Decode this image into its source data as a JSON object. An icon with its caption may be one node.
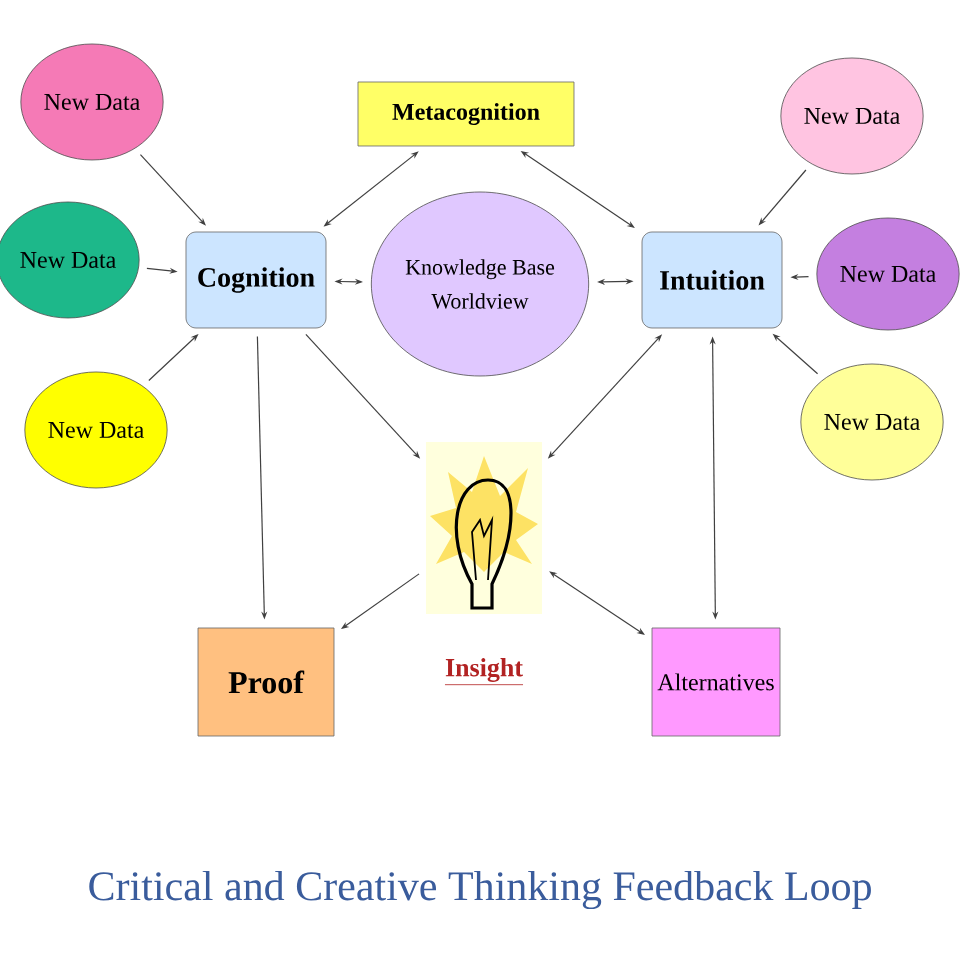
{
  "diagram": {
    "title": "Critical and Creative Thinking Feedback Loop",
    "nodes": [
      {
        "text": [
          "New Data"
        ]
      },
      {
        "text": [
          "New Data"
        ]
      },
      {
        "text": [
          "New Data"
        ]
      },
      {
        "text": [
          "Cognition"
        ]
      },
      {
        "text": [
          "Metacognition"
        ]
      },
      {
        "text": [
          "Knowledge Base",
          "Worldview"
        ]
      },
      {
        "text": [
          "Intuition"
        ]
      },
      {
        "text": [
          "New Data"
        ]
      },
      {
        "text": [
          "New Data"
        ]
      },
      {
        "text": [
          "New Data"
        ]
      },
      {
        "text": [
          "Insight"
        ]
      },
      {
        "text": [
          "Proof"
        ]
      },
      {
        "text": [
          "Alternatives"
        ]
      }
    ],
    "edges": [
      {
        "from": 0,
        "to": 3,
        "arrow": "to"
      },
      {
        "from": 1,
        "to": 3,
        "arrow": "to"
      },
      {
        "from": 2,
        "to": 3,
        "arrow": "to"
      },
      {
        "from": 3,
        "to": 4,
        "arrow": "both"
      },
      {
        "from": 3,
        "to": 5,
        "arrow": "both"
      },
      {
        "from": 3,
        "to": 10,
        "arrow": "to"
      },
      {
        "from": 3,
        "to": 11,
        "arrow": "to"
      },
      {
        "from": 4,
        "to": 6,
        "arrow": "both"
      },
      {
        "from": 5,
        "to": 6,
        "arrow": "both"
      },
      {
        "from": 7,
        "to": 6,
        "arrow": "to"
      },
      {
        "from": 8,
        "to": 6,
        "arrow": "to"
      },
      {
        "from": 9,
        "to": 6,
        "arrow": "to"
      },
      {
        "from": 6,
        "to": 10,
        "arrow": "both"
      },
      {
        "from": 6,
        "to": 12,
        "arrow": "both"
      },
      {
        "from": 10,
        "to": 11,
        "arrow": "to"
      },
      {
        "from": 10,
        "to": 12,
        "arrow": "both"
      }
    ]
  }
}
